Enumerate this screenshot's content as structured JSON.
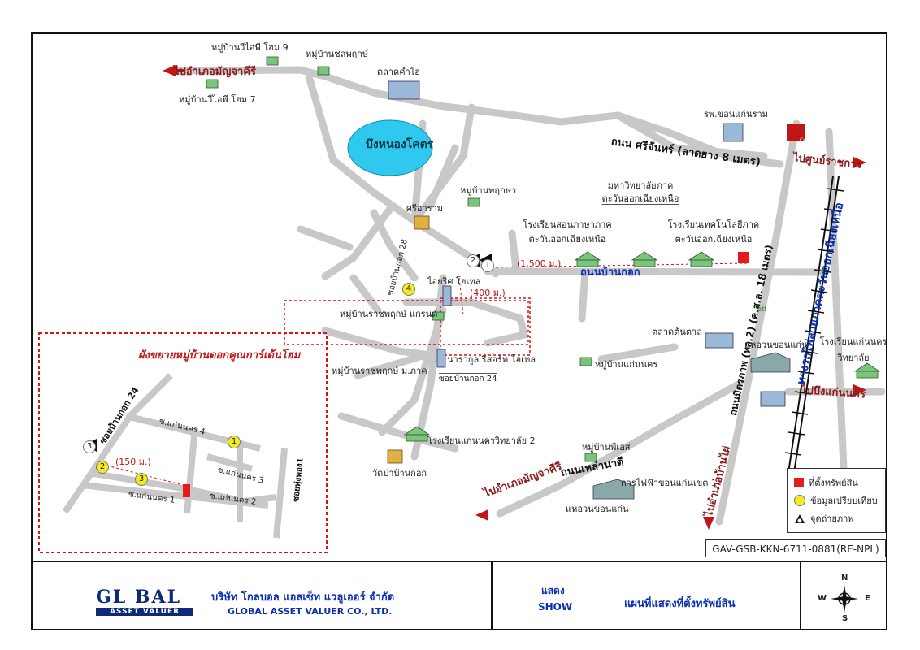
{
  "map": {
    "labels": {
      "to_amphoe_western": "ไปอำเภอมัญจาคีรี",
      "village_vip9": "หมู่บ้านวีไอพี โฮม 9",
      "village_vip7": "หมู่บ้านวีไอพี โฮม 7",
      "village_chonphrueksa": "หมู่บ้านชลพฤกษ์",
      "market_khamhai": "ตลาดคำไฮ",
      "lake": "บึงหนองโคตร",
      "hospital": "รพ.ขอนแก่นราม",
      "road_srichan": "ถนน ศรีจันทร์ (ลาดยาง 8 เมตร)",
      "to_airport": "ไปศูนย์ราชการ",
      "central": "Central",
      "village_phrueksa": "หมู่บ้านพฤกษา",
      "sri_aram": "ศรีอาราม",
      "university_line1": "มหาวิทยาลัยภาค",
      "university_line2": "ตะวันออกเฉียงเหนือ",
      "school_lang_line1": "โรงเรียนสอนภาษาภาค",
      "school_lang_line2": "ตะวันออกเฉียงเหนือ",
      "school_tech_line1": "โรงเรียนเทคโนโลยีภาค",
      "school_tech_line2": "ตะวันออกเฉียงเหนือ",
      "soi28": "ซอยบ้านกอก 28",
      "irich_hotel": "ไอยริศ โฮเทล",
      "dist_1500": "(1,500 ม.)",
      "dist_400": "(400 ม.)",
      "road_bankok": "ถนนบ้านกอก",
      "village_ratchaphruek_grand": "หมู่บ้านราชพฤกษ์ แกรนด์",
      "road_mittraphap": "ถนนมิตรภาพ (ทล.2) (ค.ส.ล. 18 เมตร)",
      "railway": "ทางรถไฟสายภาคตะวันออกเฉียงเหนือ",
      "market_tontan": "ตลาดต้นตาล",
      "warehouse_khonkaen": "แหอวนขอนแก่น",
      "school_khonkaen_line1": "โรงเรียนแก่นนคร",
      "school_khonkaen_line2": "วิทยาลัย",
      "narakul_resort": "นารากูล รีสอร์ท โฮเทล",
      "village_ratchaphruek_mphak": "หมู่บ้านราชพฤกษ์ ม.ภาค",
      "soi24": "ซอยบ้านกอก 24",
      "village_kaennakhon": "หมู่บ้านแก่นนคร",
      "to_bungkaen": "ไปบึงแก่นนคร",
      "school_kaennakhon2": "โรงเรียนแก่นนครวิทยาลัย 2",
      "wat_bankok": "วัดป่าบ้านกอก",
      "village_pies": "หมู่บ้านพีเอส",
      "road_laonadi": "ถนนเหล่านาดี",
      "to_amphoe_south": "ไปอำเภอมัญจาคีรี",
      "electric_office": "การไฟฟ้าขอนแก่นเขต 1",
      "warehouse_khonkaen2": "แหอวนขอนแก่น",
      "to_amphoe_bankhai": "ไปอำเภอบ้านไผ่",
      "ptt": "ptt"
    },
    "inset": {
      "title": "ผังขยายหมู่บ้านดอกคูณการ์เด้นโฮม",
      "soi24": "ซอยบ้านกอก 24",
      "s_kaennakhon4": "ซ.แก่นนคร 4",
      "s_kaennakhon3": "ซ.แก่นนคร 3",
      "s_kaennakhon2": "ซ.แก่นนคร 2",
      "s_kaennakhon1": "ซ.แก่นนคร 1",
      "soi_nongkrai": "ซอยทุ่งทอง1",
      "dist_150": "(150 ม.)"
    },
    "markers": [
      "1",
      "2",
      "3",
      "4"
    ],
    "legend": {
      "property": "ที่ตั้งทรัพย์สิน",
      "comparison": "ข้อมูลเปรียบเทียบ",
      "photo_point": "จุดถ่ายภาพ"
    },
    "colors": {
      "road": "#c8c8c8",
      "lake": "#2fc8ee",
      "property": "#e51a1a",
      "comparison": "#f2ea22",
      "label_red": "#8B1A1A",
      "label_blue": "#0a2fb0"
    },
    "report_code": "GAV-GSB-KKN-6711-0881(RE-NPL)"
  },
  "footer": {
    "logo_top": "GL  BAL",
    "logo_bottom": "ASSET VALUER",
    "company_th": "บริษัท โกลบอล แอสเซ็ท แวลูเออร์ จำกัด",
    "company_en": "GLOBAL ASSET VALUER CO., LTD.",
    "show_th": "แสดง",
    "show_en": "SHOW",
    "map_desc": "แผนที่แสดงที่ตั้งทรัพย์สิน",
    "compass": {
      "n": "N",
      "s": "S",
      "e": "E",
      "w": "W"
    }
  }
}
